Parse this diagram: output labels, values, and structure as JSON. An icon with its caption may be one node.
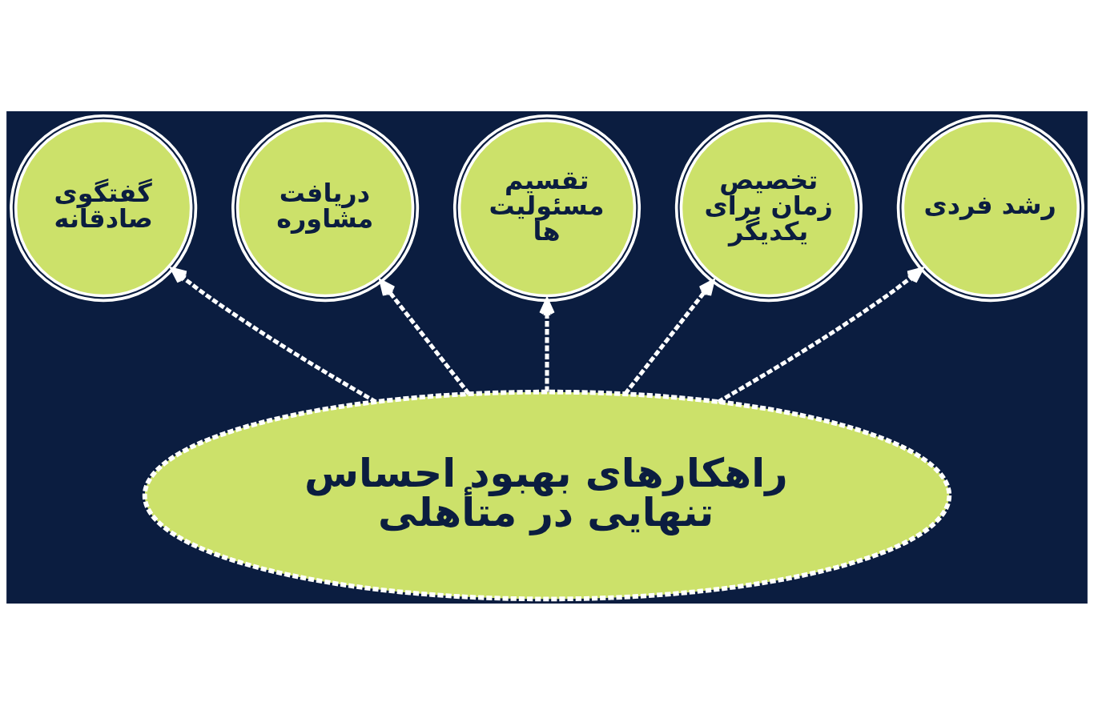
{
  "diagram": {
    "nodes": [
      {
        "text": [
          "راهکارهای بهبود احساس تنهایی در متأهلی"
        ]
      },
      {
        "text": [
          "گفتگوی صادقانه"
        ]
      },
      {
        "text": [
          "دریافت مشاوره"
        ]
      },
      {
        "text": [
          "تقسیم مسئولیت ها"
        ]
      },
      {
        "text": [
          "تخصیص زمان برای یکدیگر"
        ]
      },
      {
        "text": [
          "رشد فردی"
        ]
      }
    ],
    "edges": [
      {
        "from": 0,
        "to": 1,
        "arrow": "to",
        "style": "dashed"
      },
      {
        "from": 0,
        "to": 2,
        "arrow": "to",
        "style": "dashed"
      },
      {
        "from": 0,
        "to": 3,
        "arrow": "to",
        "style": "dashed"
      },
      {
        "from": 0,
        "to": 4,
        "arrow": "to",
        "style": "dashed"
      },
      {
        "from": 0,
        "to": 5,
        "arrow": "to",
        "style": "dashed"
      }
    ]
  }
}
